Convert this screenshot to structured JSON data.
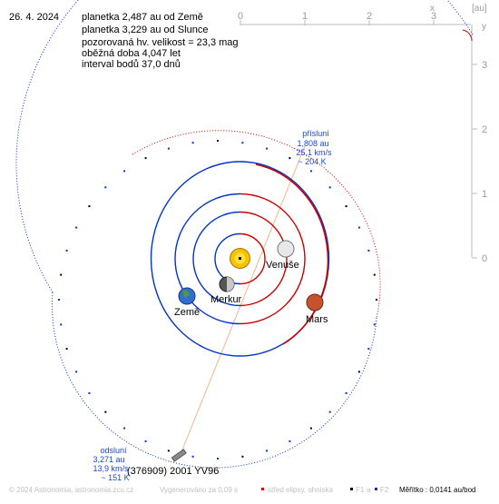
{
  "header": {
    "date": "26. 4. 2024",
    "lines": [
      "planetka 2,487 au od Země",
      "planetka 3,229 au od Slunce",
      "pozorovaná hv. velikost = 23,3 mag",
      "oběžná doba 4,047 let",
      "interval bodů 37,0 dnů"
    ]
  },
  "axes": {
    "x_ticks": [
      "0",
      "1",
      "2",
      "3"
    ],
    "x_label": "x",
    "y_ticks": [
      "3",
      "2",
      "1",
      "0"
    ],
    "y_label": "y",
    "unit": "[au]"
  },
  "planets": {
    "sun": "",
    "mercury": "Merkur",
    "venus": "Venuše",
    "earth": "Země",
    "mars": "Mars"
  },
  "perihelion": {
    "title": "přísluní",
    "distance": "1,808 au",
    "speed": "25,1 km/s",
    "temp": "~ 204 K"
  },
  "aphelion": {
    "title": "odsluní",
    "distance": "3,271 au",
    "speed": "13,9 km/s",
    "temp": "~ 151 K"
  },
  "asteroid": {
    "name": "(376909) 2001 YV96"
  },
  "footer": {
    "copyright": "© 2024 Astronomia, astronomia.zcu.cz",
    "generated": "Vygenerováno za 0,09 s",
    "legend_center": "střed elipsy, ohniska",
    "f1": "F1",
    "and": "a",
    "f2": "F2",
    "scale": "Měřítko : 0,0141 au/bod"
  },
  "colors": {
    "orbit_red": "#cc0000",
    "orbit_blue": "#0033cc",
    "axis_gray": "#bbbbbb",
    "label_blue": "#1a47d6",
    "apsis_line": "#f2b48a"
  }
}
